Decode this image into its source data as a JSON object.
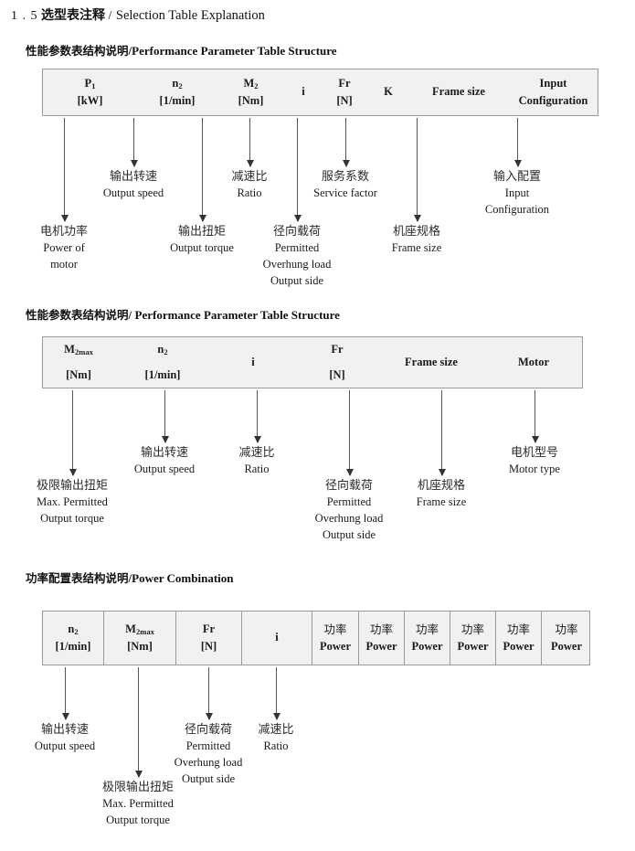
{
  "page": {
    "title_number": "1 . 5",
    "title_cn": "选型表注释",
    "title_sep": "/",
    "title_en": "Selection Table Explanation"
  },
  "sections": [
    {
      "id": "performance-parameter-1",
      "heading_cn": "性能参数表结构说明",
      "heading_sep": "/",
      "heading_en": "Performance Parameter Table Structure",
      "table": {
        "divided": false,
        "columns": [
          {
            "symbol": "P",
            "sub": "1",
            "unit": "[kW]"
          },
          {
            "symbol": "n",
            "sub": "2",
            "unit": "[1/min]"
          },
          {
            "symbol": "M",
            "sub": "2",
            "unit": "[Nm]"
          },
          {
            "symbol": "i",
            "sub": "",
            "unit": ""
          },
          {
            "symbol": "Fr",
            "sub": "",
            "unit": "[N]"
          },
          {
            "symbol": "K",
            "sub": "",
            "unit": ""
          },
          {
            "symbol": "Frame size",
            "sub": "",
            "unit": ""
          },
          {
            "symbol": "Input",
            "sub": "",
            "unit": "Configuration"
          }
        ]
      },
      "annotations": [
        {
          "cn": "电机功率",
          "en": [
            "Power of",
            "motor"
          ]
        },
        {
          "cn": "输出转速",
          "en": [
            "Output speed"
          ]
        },
        {
          "cn": "输出扭矩",
          "en": [
            "Output torque"
          ]
        },
        {
          "cn": "减速比",
          "en": [
            "Ratio"
          ]
        },
        {
          "cn": "径向载荷",
          "en": [
            "Permitted",
            "Overhung load",
            "Output side"
          ]
        },
        {
          "cn": "服务系数",
          "en": [
            "Service factor"
          ]
        },
        {
          "cn": "机座规格",
          "en": [
            "Frame size"
          ]
        },
        {
          "cn": "输入配置",
          "en": [
            "Input",
            "Configuration"
          ]
        }
      ]
    },
    {
      "id": "performance-parameter-2",
      "heading_cn": "性能参数表结构说明",
      "heading_sep": "/",
      "heading_en": "Performance Parameter Table Structure",
      "table": {
        "divided": false,
        "columns": [
          {
            "symbol": "M",
            "sub": "2max",
            "unit": "[Nm]"
          },
          {
            "symbol": "n",
            "sub": "2",
            "unit": "[1/min]"
          },
          {
            "symbol": "i",
            "sub": "",
            "unit": ""
          },
          {
            "symbol": "Fr",
            "sub": "",
            "unit": "[N]"
          },
          {
            "symbol": "Frame size",
            "sub": "",
            "unit": ""
          },
          {
            "symbol": "Motor",
            "sub": "",
            "unit": ""
          }
        ]
      },
      "annotations": [
        {
          "cn": "极限输出扭矩",
          "en": [
            "Max. Permitted",
            "Output  torque"
          ]
        },
        {
          "cn": "输出转速",
          "en": [
            "Output speed"
          ]
        },
        {
          "cn": "减速比",
          "en": [
            "Ratio"
          ]
        },
        {
          "cn": "径向载荷",
          "en": [
            "Permitted",
            "Overhung load",
            "Output side"
          ]
        },
        {
          "cn": "机座规格",
          "en": [
            "Frame size"
          ]
        },
        {
          "cn": "电机型号",
          "en": [
            "Motor type"
          ]
        }
      ]
    },
    {
      "id": "power-combination",
      "heading_cn": "功率配置表结构说明",
      "heading_sep": "/",
      "heading_en": "Power Combination",
      "table": {
        "divided": true,
        "columns": [
          {
            "symbol": "n",
            "sub": "2",
            "unit": "[1/min]"
          },
          {
            "symbol": "M",
            "sub": "2max",
            "unit": "[Nm]"
          },
          {
            "symbol": "Fr",
            "sub": "",
            "unit": "[N]"
          },
          {
            "symbol": "i",
            "sub": "",
            "unit": ""
          },
          {
            "symbol": "功率",
            "sub": "",
            "unit": "Power"
          },
          {
            "symbol": "功率",
            "sub": "",
            "unit": "Power"
          },
          {
            "symbol": "功率",
            "sub": "",
            "unit": "Power"
          },
          {
            "symbol": "功率",
            "sub": "",
            "unit": "Power"
          },
          {
            "symbol": "功率",
            "sub": "",
            "unit": "Power"
          },
          {
            "symbol": "功率",
            "sub": "",
            "unit": "Power"
          }
        ]
      },
      "annotations": [
        {
          "cn": "输出转速",
          "en": [
            "Output speed"
          ]
        },
        {
          "cn": "极限输出扭矩",
          "en": [
            "Max. Permitted",
            "Output  torque"
          ]
        },
        {
          "cn": "径向载荷",
          "en": [
            "Permitted",
            "Overhung load",
            "Output side"
          ]
        },
        {
          "cn": "减速比",
          "en": [
            "Ratio"
          ]
        }
      ]
    }
  ],
  "colors": {
    "table_fill": "#f1f1f1",
    "table_border": "#9a9a9a",
    "arrow": "#333333",
    "text": "#1a1a1a"
  }
}
